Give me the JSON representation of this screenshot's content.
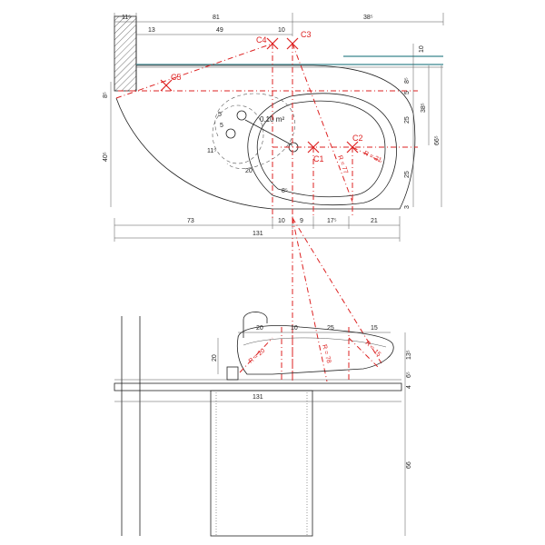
{
  "top_dims": {
    "wall": "11⁵",
    "main": "81",
    "right": "38⁵",
    "d13": "13",
    "d49": "49",
    "d10": "10",
    "r10": "10",
    "r8a": "8⁵",
    "r5": "5",
    "r25a": "25",
    "r25b": "25",
    "r3": "3",
    "r38": "38⁵",
    "r66": "66⁵",
    "l8": "8⁵",
    "l40": "40⁵",
    "b73": "73",
    "b10": "10",
    "b9": "9",
    "b17": "17⁵",
    "b21": "21",
    "total": "131",
    "s5a": "5",
    "s5b": "5",
    "s11": "11⁵",
    "s20": "20",
    "s8": "8⁵"
  },
  "centers": [
    "C1",
    "C2",
    "C3",
    "C4",
    "C5"
  ],
  "radii": {
    "r77": "R = 77",
    "r21": "R = 21",
    "r78": "R = 78",
    "r20": "R = 20",
    "r15": "R = 15"
  },
  "area_label": "0.10 m²",
  "side_dims": {
    "t20": "20",
    "t10": "10",
    "t25": "25",
    "t15": "15",
    "h13": "13⁵",
    "h20": "20",
    "h6": "6⁵",
    "h4": "4",
    "total": "131",
    "h66": "66"
  }
}
